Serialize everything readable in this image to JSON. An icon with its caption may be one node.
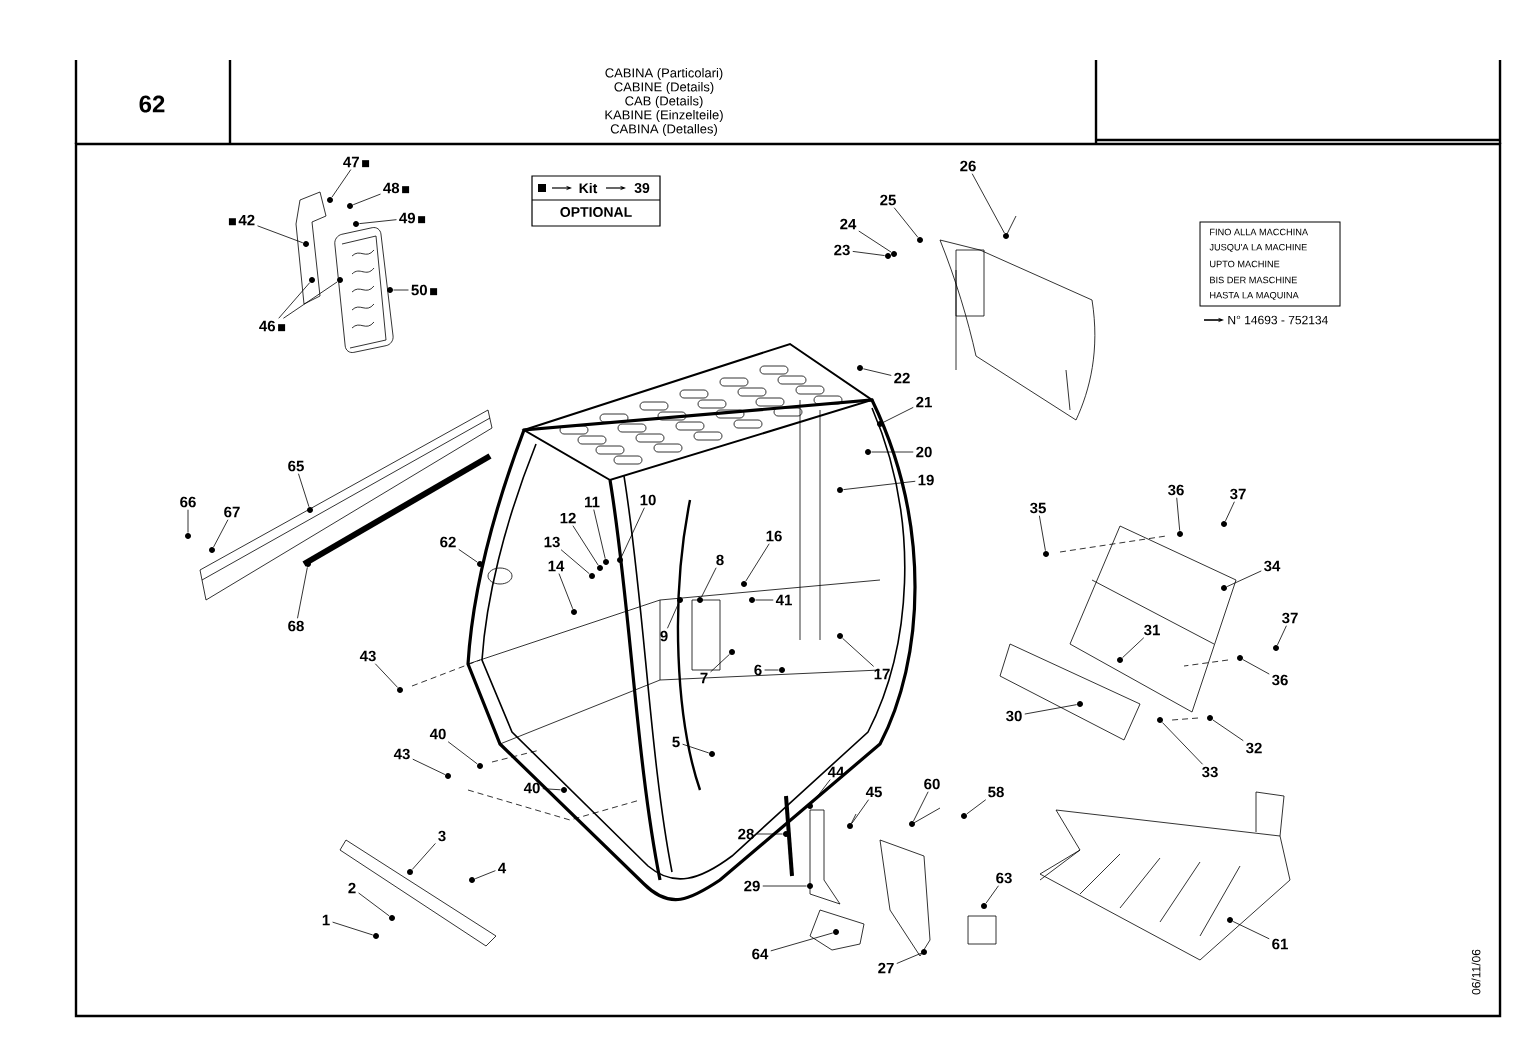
{
  "diagram": {
    "nodes": [
      {
        "text": [
          "47"
        ]
      },
      {
        "text": [
          "48"
        ]
      },
      {
        "text": [
          "42"
        ]
      },
      {
        "text": [
          "49"
        ]
      },
      {
        "text": [
          "50"
        ]
      },
      {
        "text": [
          "46"
        ]
      },
      {
        "text": [
          "26"
        ]
      },
      {
        "text": [
          "25"
        ]
      },
      {
        "text": [
          "24"
        ]
      },
      {
        "text": [
          "23"
        ]
      },
      {
        "text": [
          "22"
        ]
      },
      {
        "text": [
          "21"
        ]
      },
      {
        "text": [
          "20"
        ]
      },
      {
        "text": [
          "19"
        ]
      },
      {
        "text": [
          "65"
        ]
      },
      {
        "text": [
          "66"
        ]
      },
      {
        "text": [
          "67"
        ]
      },
      {
        "text": [
          "10"
        ]
      },
      {
        "text": [
          "11"
        ]
      },
      {
        "text": [
          "12"
        ]
      },
      {
        "text": [
          "13"
        ]
      },
      {
        "text": [
          "14"
        ]
      },
      {
        "text": [
          "62"
        ]
      },
      {
        "text": [
          "16"
        ]
      },
      {
        "text": [
          "8"
        ]
      },
      {
        "text": [
          "41"
        ]
      },
      {
        "text": [
          "35"
        ]
      },
      {
        "text": [
          "36"
        ]
      },
      {
        "text": [
          "37"
        ]
      },
      {
        "text": [
          "34"
        ]
      },
      {
        "text": [
          "9"
        ]
      },
      {
        "text": [
          "7"
        ]
      },
      {
        "text": [
          "6"
        ]
      },
      {
        "text": [
          "68"
        ]
      },
      {
        "text": [
          "43"
        ]
      },
      {
        "text": [
          "17"
        ]
      },
      {
        "text": [
          "37"
        ]
      },
      {
        "text": [
          "31"
        ]
      },
      {
        "text": [
          "36"
        ]
      },
      {
        "text": [
          "30"
        ]
      },
      {
        "text": [
          "40"
        ]
      },
      {
        "text": [
          "5"
        ]
      },
      {
        "text": [
          "43"
        ]
      },
      {
        "text": [
          "32"
        ]
      },
      {
        "text": [
          "33"
        ]
      },
      {
        "text": [
          "44"
        ]
      },
      {
        "text": [
          "40"
        ]
      },
      {
        "text": [
          "45"
        ]
      },
      {
        "text": [
          "60"
        ]
      },
      {
        "text": [
          "58"
        ]
      },
      {
        "text": [
          "28"
        ]
      },
      {
        "text": [
          "3"
        ]
      },
      {
        "text": [
          "4"
        ]
      },
      {
        "text": [
          "63"
        ]
      },
      {
        "text": [
          "29"
        ]
      },
      {
        "text": [
          "2"
        ]
      },
      {
        "text": [
          "1"
        ]
      },
      {
        "text": [
          "61"
        ]
      },
      {
        "text": [
          "64"
        ]
      },
      {
        "text": [
          "27"
        ]
      },
      {
        "text": [],
        "shape": "circle"
      },
      {
        "text": [],
        "shape": "circle"
      },
      {
        "text": [],
        "shape": "circle"
      },
      {
        "text": [],
        "shape": "circle"
      },
      {
        "text": [],
        "shape": "circle"
      },
      {
        "text": [],
        "shape": "circle"
      },
      {
        "text": [],
        "shape": "circle"
      },
      {
        "text": [],
        "shape": "circle"
      },
      {
        "text": [],
        "shape": "circle"
      },
      {
        "text": [],
        "shape": "circle"
      },
      {
        "text": [],
        "shape": "circle"
      },
      {
        "text": [],
        "shape": "circle"
      },
      {
        "text": [],
        "shape": "circle"
      },
      {
        "text": [],
        "shape": "circle"
      },
      {
        "text": [],
        "shape": "circle"
      },
      {
        "text": [],
        "shape": "circle"
      },
      {
        "text": [],
        "shape": "circle"
      },
      {
        "text": [],
        "shape": "circle"
      },
      {
        "text": [],
        "shape": "circle"
      },
      {
        "text": [],
        "shape": "circle"
      },
      {
        "text": [],
        "shape": "circle"
      },
      {
        "text": [],
        "shape": "circle"
      },
      {
        "text": [],
        "shape": "circle"
      },
      {
        "text": [],
        "shape": "circle"
      },
      {
        "text": [],
        "shape": "circle"
      },
      {
        "text": [],
        "shape": "circle"
      },
      {
        "text": [],
        "shape": "circle"
      },
      {
        "text": [],
        "shape": "circle"
      },
      {
        "text": [],
        "shape": "circle"
      },
      {
        "text": [],
        "shape": "circle"
      },
      {
        "text": [],
        "shape": "circle"
      },
      {
        "text": [],
        "shape": "circle"
      },
      {
        "text": [],
        "shape": "circle"
      },
      {
        "text": [],
        "shape": "circle"
      },
      {
        "text": [],
        "shape": "circle"
      },
      {
        "text": [],
        "shape": "circle"
      },
      {
        "text": [],
        "shape": "circle"
      },
      {
        "text": [],
        "shape": "circle"
      },
      {
        "text": [],
        "shape": "circle"
      },
      {
        "text": [],
        "shape": "circle"
      },
      {
        "text": [],
        "shape": "circle"
      },
      {
        "text": [],
        "shape": "circle"
      },
      {
        "text": [],
        "shape": "circle"
      },
      {
        "text": [],
        "shape": "circle"
      },
      {
        "text": [],
        "shape": "circle"
      },
      {
        "text": [],
        "shape": "circle"
      },
      {
        "text": [],
        "shape": "circle"
      },
      {
        "text": [],
        "shape": "circle"
      },
      {
        "text": [],
        "shape": "circle"
      },
      {
        "text": [],
        "shape": "circle"
      },
      {
        "text": [],
        "shape": "circle"
      },
      {
        "text": [],
        "shape": "circle"
      },
      {
        "text": [],
        "shape": "circle"
      },
      {
        "text": [],
        "shape": "circle"
      },
      {
        "text": [],
        "shape": "circle"
      },
      {
        "text": [],
        "shape": "circle"
      },
      {
        "text": [],
        "shape": "circle"
      },
      {
        "text": [],
        "shape": "circle"
      },
      {
        "text": [],
        "shape": "circle"
      },
      {
        "text": [],
        "shape": "circle"
      },
      {
        "text": [],
        "shape": "circle"
      }
    ],
    "edges": [
      {
        "from": 0,
        "to": 60,
        "arrow": "none"
      },
      {
        "from": 1,
        "to": 61,
        "arrow": "none"
      },
      {
        "from": 2,
        "to": 62,
        "arrow": "none"
      },
      {
        "from": 3,
        "to": 63,
        "arrow": "none"
      },
      {
        "from": 4,
        "to": 64,
        "arrow": "none"
      },
      {
        "from": 5,
        "to": 65,
        "arrow": "none"
      },
      {
        "from": 5,
        "to": 66,
        "arrow": "none"
      },
      {
        "from": 6,
        "to": 67,
        "arrow": "none"
      },
      {
        "from": 7,
        "to": 68,
        "arrow": "none"
      },
      {
        "from": 8,
        "to": 69,
        "arrow": "none"
      },
      {
        "from": 9,
        "to": 70,
        "arrow": "none"
      },
      {
        "from": 10,
        "to": 71,
        "arrow": "none"
      },
      {
        "from": 11,
        "to": 72,
        "arrow": "none"
      },
      {
        "from": 12,
        "to": 73,
        "arrow": "none"
      },
      {
        "from": 13,
        "to": 74,
        "arrow": "none"
      },
      {
        "from": 14,
        "to": 75,
        "arrow": "none"
      },
      {
        "from": 15,
        "to": 76,
        "arrow": "none"
      },
      {
        "from": 16,
        "to": 77,
        "arrow": "none"
      },
      {
        "from": 17,
        "to": 78,
        "arrow": "none"
      },
      {
        "from": 18,
        "to": 79,
        "arrow": "none"
      },
      {
        "from": 19,
        "to": 80,
        "arrow": "none"
      },
      {
        "from": 20,
        "to": 81,
        "arrow": "none"
      },
      {
        "from": 21,
        "to": 82,
        "arrow": "none"
      },
      {
        "from": 22,
        "to": 83,
        "arrow": "none"
      },
      {
        "from": 23,
        "to": 84,
        "arrow": "none"
      },
      {
        "from": 24,
        "to": 85,
        "arrow": "none"
      },
      {
        "from": 25,
        "to": 86,
        "arrow": "none"
      },
      {
        "from": 26,
        "to": 87,
        "arrow": "none"
      },
      {
        "from": 27,
        "to": 88,
        "arrow": "none"
      },
      {
        "from": 28,
        "to": 89,
        "arrow": "none"
      },
      {
        "from": 29,
        "to": 90,
        "arrow": "none"
      },
      {
        "from": 30,
        "to": 91,
        "arrow": "none"
      },
      {
        "from": 31,
        "to": 92,
        "arrow": "none"
      },
      {
        "from": 32,
        "to": 93,
        "arrow": "none"
      },
      {
        "from": 33,
        "to": 94,
        "arrow": "none"
      },
      {
        "from": 34,
        "to": 95,
        "arrow": "none"
      },
      {
        "from": 35,
        "to": 96,
        "arrow": "none"
      },
      {
        "from": 36,
        "to": 97,
        "arrow": "none"
      },
      {
        "from": 37,
        "to": 98,
        "arrow": "none"
      },
      {
        "from": 38,
        "to": 99,
        "arrow": "none"
      },
      {
        "from": 39,
        "to": 100,
        "arrow": "none"
      },
      {
        "from": 40,
        "to": 101,
        "arrow": "none"
      },
      {
        "from": 41,
        "to": 102,
        "arrow": "none"
      },
      {
        "from": 42,
        "to": 103,
        "arrow": "none"
      },
      {
        "from": 43,
        "to": 104,
        "arrow": "none"
      },
      {
        "from": 44,
        "to": 105,
        "arrow": "none"
      },
      {
        "from": 45,
        "to": 106,
        "arrow": "none"
      },
      {
        "from": 46,
        "to": 107,
        "arrow": "none"
      },
      {
        "from": 47,
        "to": 108,
        "arrow": "none"
      },
      {
        "from": 48,
        "to": 109,
        "arrow": "none"
      },
      {
        "from": 49,
        "to": 110,
        "arrow": "none"
      },
      {
        "from": 50,
        "to": 111,
        "arrow": "none"
      },
      {
        "from": 51,
        "to": 112,
        "arrow": "none"
      },
      {
        "from": 52,
        "to": 113,
        "arrow": "none"
      },
      {
        "from": 53,
        "to": 114,
        "arrow": "none"
      },
      {
        "from": 54,
        "to": 115,
        "arrow": "none"
      },
      {
        "from": 55,
        "to": 116,
        "arrow": "none"
      },
      {
        "from": 56,
        "to": 117,
        "arrow": "none"
      },
      {
        "from": 57,
        "to": 118,
        "arrow": "none"
      },
      {
        "from": 58,
        "to": 119,
        "arrow": "none"
      },
      {
        "from": 59,
        "to": 120,
        "arrow": "none"
      }
    ],
    "labels": [
      "62",
      "CABINA (Particolari)",
      "CABINE (Details)",
      "CAB (Details)",
      "KABINE (Einzelteile)",
      "CABINA (Detalles)",
      "Kit",
      "39",
      "OPTIONAL",
      "FINO ALLA MACCHINA",
      "JUSQU'A LA MACHINE",
      "UPTO MACHINE",
      "BIS DER MASCHINE",
      "HASTA LA MAQUINA",
      "N° 14693 - 752134",
      "06/11/06"
    ]
  }
}
